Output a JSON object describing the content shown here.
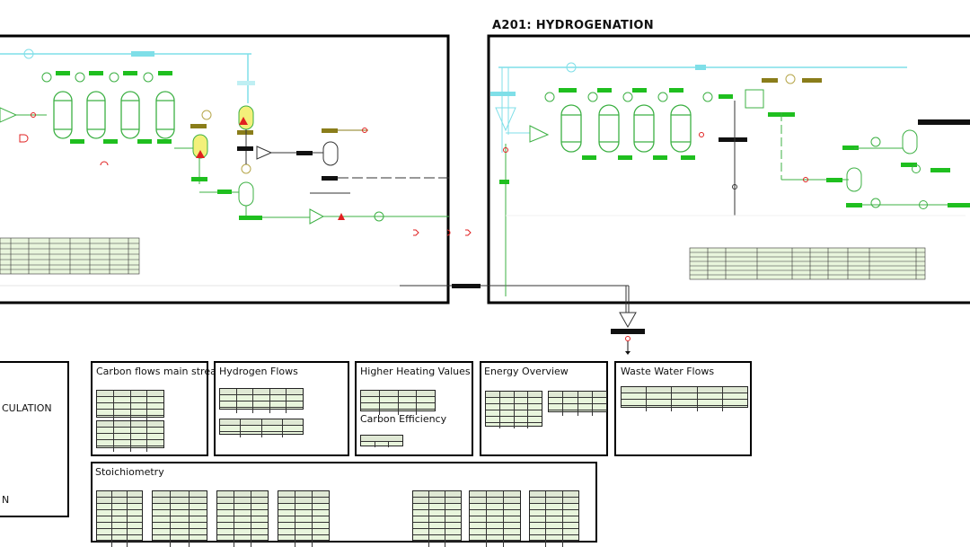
{
  "sections": {
    "a201_title": "A201: HYDROGENATION"
  },
  "left_panel": {
    "labels": [
      "CULATION",
      "N"
    ]
  },
  "panels": {
    "carbon_flows": {
      "title": "Carbon flows main streams."
    },
    "hydrogen_flows": {
      "title": "Hydrogen Flows"
    },
    "higher_heating_values": {
      "title": "Higher Heating Values"
    },
    "carbon_efficiency": {
      "title": "Carbon Efficiency"
    },
    "energy_overview": {
      "title": "Energy Overview"
    },
    "waste_water_flows": {
      "title": "Waste Water Flows"
    },
    "stoichiometry": {
      "title": "Stoichiometry"
    }
  },
  "colors": {
    "process_line": "#3cb043",
    "vapor_line": "#7fdfe8",
    "stream_tag": "#1fbf1f",
    "utility_tag": "#8a7d1a",
    "black_tag": "#111111",
    "warning": "#e02020",
    "vessel_yellow": "#f3f07a",
    "table_fill": "#e8f5dc"
  }
}
